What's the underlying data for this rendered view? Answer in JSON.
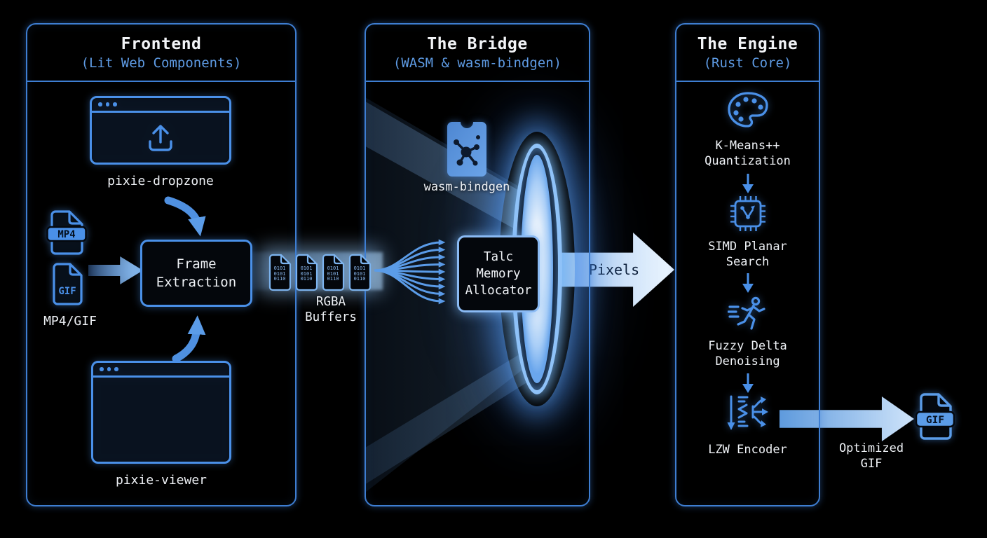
{
  "panels": [
    {
      "title": "Frontend",
      "subtitle": "(Lit Web Components)"
    },
    {
      "title": "The Bridge",
      "subtitle": "(WASM & wasm-bindgen)"
    },
    {
      "title": "The Engine",
      "subtitle": "(Rust Core)"
    }
  ],
  "frontend": {
    "dropzone_label": "pixie-dropzone",
    "viewer_label": "pixie-viewer",
    "input_format_label": "MP4/GIF",
    "mp4_badge": "MP4",
    "gif_badge": "GIF",
    "frame_extraction_label": "Frame\nExtraction"
  },
  "bridge": {
    "wasm_bindgen_label": "wasm-bindgen",
    "talc_label": "Talc\nMemory\nAllocator"
  },
  "engine": {
    "steps": [
      {
        "icon": "palette-icon",
        "label": "K-Means++\nQuantization"
      },
      {
        "icon": "chip-icon",
        "label": "SIMD Planar\nSearch"
      },
      {
        "icon": "runner-icon",
        "label": "Fuzzy Delta\nDenoising"
      },
      {
        "icon": "lzw-icon",
        "label": "LZW Encoder"
      }
    ]
  },
  "flow": {
    "rgba_buffers_label": "RGBA\nBuffers",
    "buffer_binary": "0101\n0101\n0110",
    "pixels_label": "Pixels",
    "output_label": "Optimized\nGIF",
    "output_gif_badge": "GIF"
  },
  "colors": {
    "accent": "#4a90e8",
    "accent_bright": "#8fc2f8",
    "panel_border": "#3e7ed2",
    "title_text": "#f2f4f7",
    "subtitle_text": "#5e9be4",
    "background": "#000000"
  }
}
